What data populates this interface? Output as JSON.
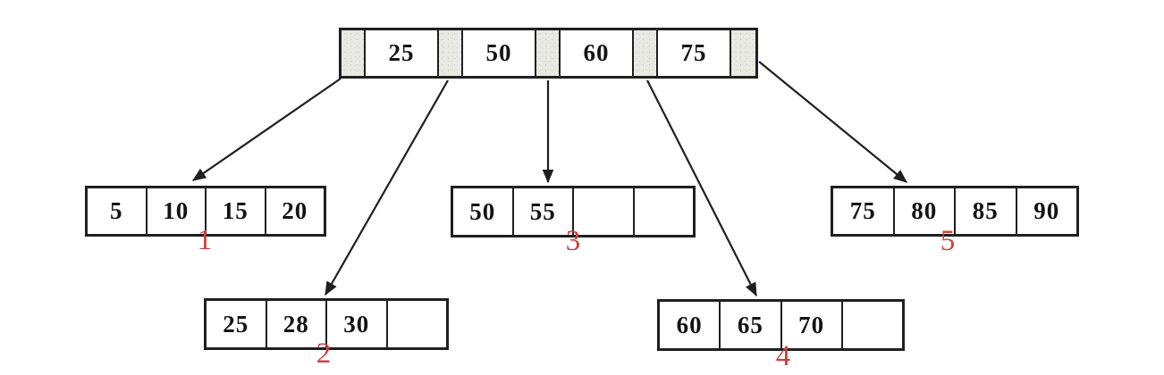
{
  "diagram": {
    "kind": "b-tree-index",
    "colors": {
      "ink": "#1f1f1f",
      "pointer_cell_fill": "#e9e9e4",
      "leaf_label_red": "#cf4038",
      "background": "#ffffff"
    },
    "root": {
      "keys": [
        "25",
        "50",
        "60",
        "75"
      ],
      "pointer_cell_count": 5
    },
    "leaves": [
      {
        "label": "1",
        "cells": [
          "5",
          "10",
          "15",
          "20"
        ]
      },
      {
        "label": "2",
        "cells": [
          "25",
          "28",
          "30",
          ""
        ]
      },
      {
        "label": "3",
        "cells": [
          "50",
          "55",
          "",
          ""
        ]
      },
      {
        "label": "4",
        "cells": [
          "60",
          "65",
          "70",
          ""
        ]
      },
      {
        "label": "5",
        "cells": [
          "75",
          "80",
          "85",
          "90"
        ]
      }
    ]
  }
}
